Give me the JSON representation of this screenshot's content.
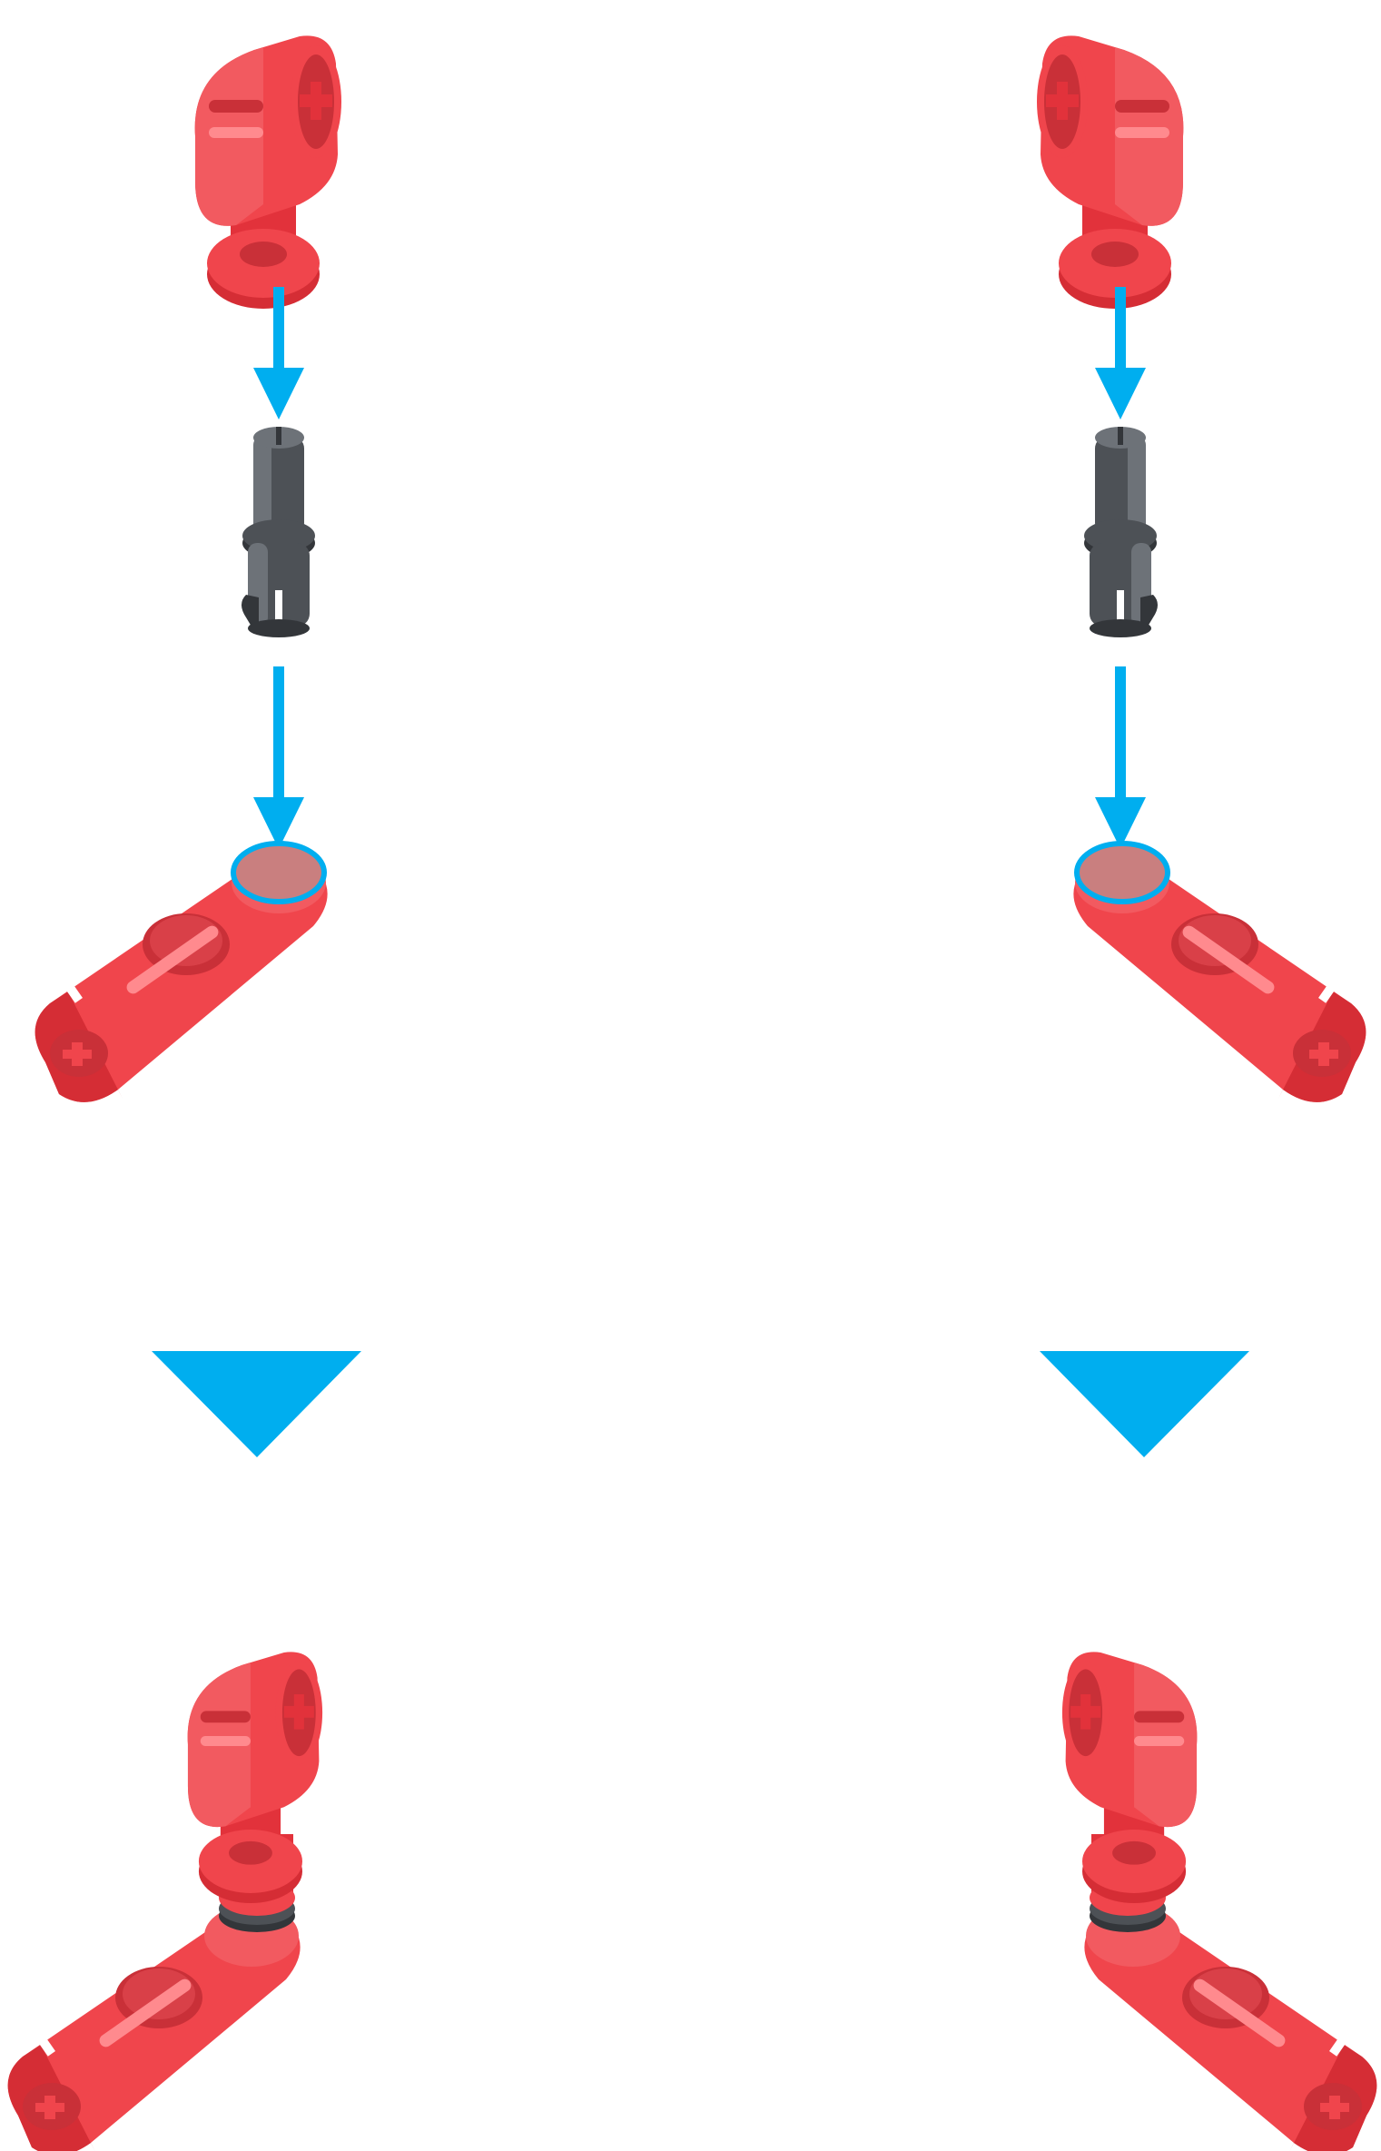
{
  "diagram": {
    "columns": [
      {
        "id": "left",
        "mirrored": false
      },
      {
        "id": "right",
        "mirrored": true
      }
    ],
    "parts": [
      "connector-block",
      "pin",
      "beam-liftarm"
    ],
    "colors": {
      "part_red": "#f0454c",
      "part_red_dark": "#c93038",
      "part_red_light": "#ff8a8e",
      "pin_gray": "#4d5156",
      "pin_gray_dark": "#33363a",
      "pin_gray_light": "#6d7278",
      "arrow_blue": "#00aeef",
      "target_fill": "#c97f7f",
      "background": "#ffffff"
    }
  }
}
